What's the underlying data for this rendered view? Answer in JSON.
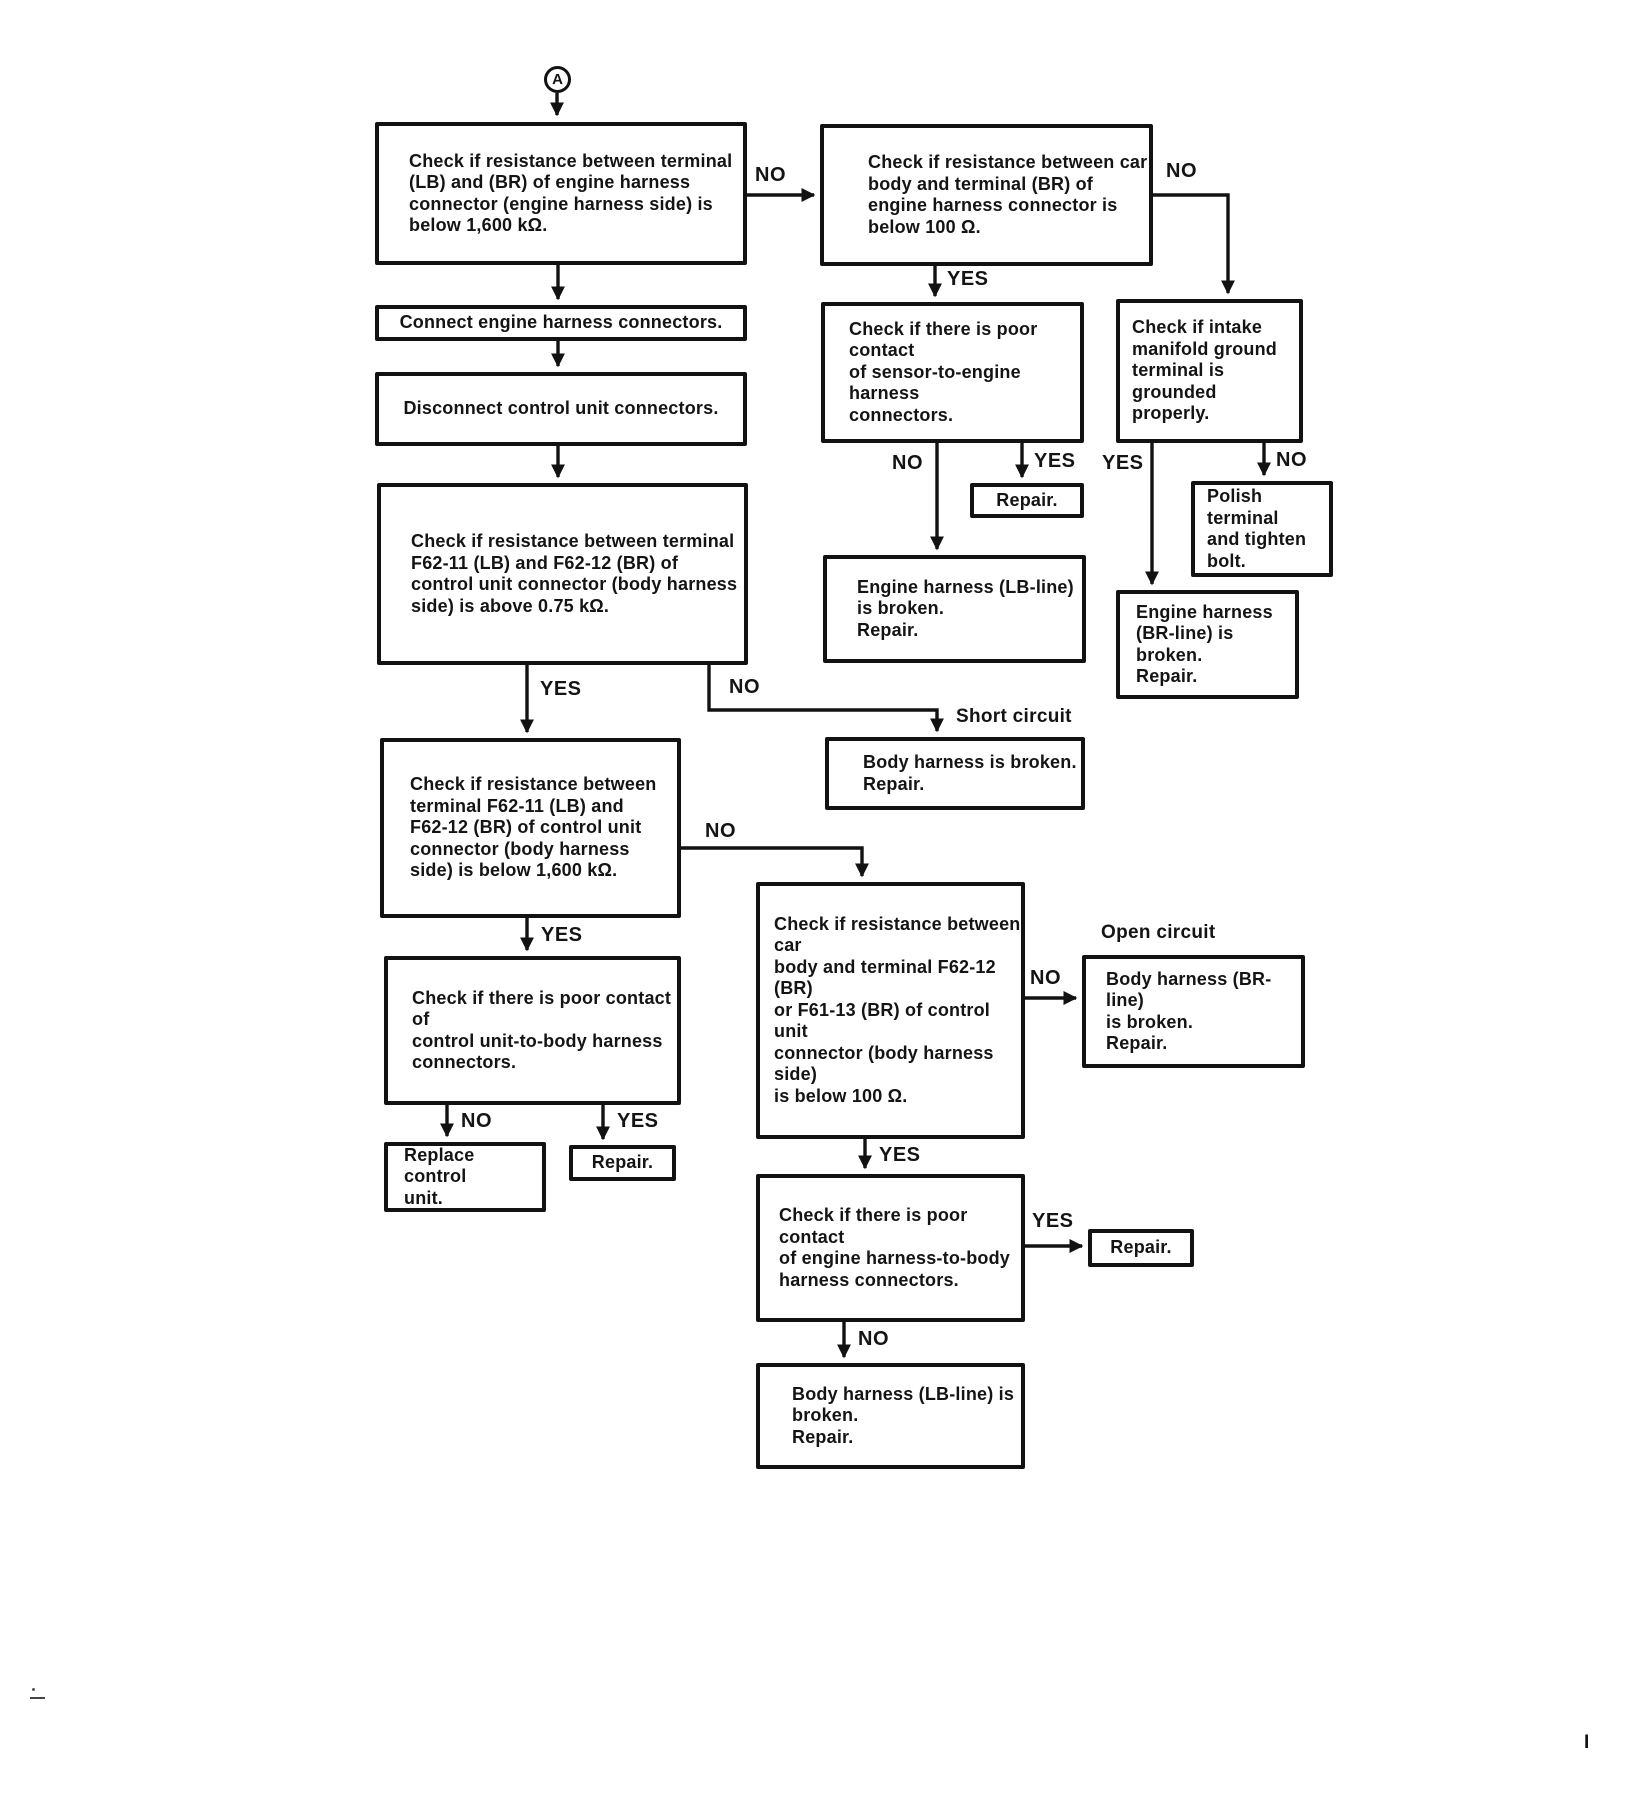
{
  "diagram": {
    "entry_connector": "A",
    "nodes": {
      "check_engine_harness_lb_br": "Check if resistance between terminal\n(LB) and (BR) of engine harness\nconnector (engine harness side) is\nbelow 1,600 kΩ.",
      "check_car_body_br": "Check if resistance between car\nbody and terminal (BR) of\nengine harness connector is\nbelow 100 Ω.",
      "connect_engine_harness": "Connect engine harness connectors.",
      "disconnect_control_unit": "Disconnect control unit connectors.",
      "check_f62_above_075": "Check if resistance between terminal\nF62-11 (LB) and F62-12 (BR) of\ncontrol unit connector (body harness\nside) is above 0.75 kΩ.",
      "check_sensor_contact": "Check if there is poor contact\nof sensor-to-engine harness\nconnectors.",
      "check_intake_ground": "Check if intake\nmanifold ground\nterminal is grounded\nproperly.",
      "repair_sensor": "Repair.",
      "engine_harness_lb_broken": "Engine harness (LB-line)\nis broken.\nRepair.",
      "polish_terminal": "Polish terminal\nand tighten\nbolt.",
      "engine_harness_br_broken": "Engine harness\n(BR-line) is broken.\nRepair.",
      "body_harness_broken": "Body harness is broken.\nRepair.",
      "check_f62_below_1600": "Check if resistance between\nterminal F62-11 (LB) and\nF62-12 (BR) of control unit\nconnector (body harness\nside) is below 1,600 kΩ.",
      "check_body_f62_12_below_100": "Check if resistance between car\nbody and terminal F62-12 (BR)\nor F61-13 (BR) of control unit\nconnector (body harness side)\nis below 100 Ω.",
      "check_control_unit_contact": "Check if there is poor contact of\ncontrol unit-to-body harness\nconnectors.",
      "replace_control_unit": "Replace control\nunit.",
      "repair_control_unit": "Repair.",
      "body_harness_br_broken": "Body harness (BR-line)\nis broken.\nRepair.",
      "check_engine_body_contact": "Check if there is poor contact\nof engine harness-to-body\nharness connectors.",
      "repair_engine_body": "Repair.",
      "body_harness_lb_broken": "Body harness (LB-line) is\nbroken.\nRepair."
    },
    "edges": [
      {
        "from": "entry_connector",
        "to": "check_engine_harness_lb_br",
        "label": ""
      },
      {
        "from": "check_engine_harness_lb_br",
        "to": "check_car_body_br",
        "label": "NO"
      },
      {
        "from": "check_engine_harness_lb_br",
        "to": "connect_engine_harness",
        "label": ""
      },
      {
        "from": "connect_engine_harness",
        "to": "disconnect_control_unit",
        "label": ""
      },
      {
        "from": "disconnect_control_unit",
        "to": "check_f62_above_075",
        "label": ""
      },
      {
        "from": "check_car_body_br",
        "to": "check_sensor_contact",
        "label": "YES"
      },
      {
        "from": "check_car_body_br",
        "to": "check_intake_ground",
        "label": "NO"
      },
      {
        "from": "check_sensor_contact",
        "to": "engine_harness_lb_broken",
        "label": "NO"
      },
      {
        "from": "check_sensor_contact",
        "to": "repair_sensor",
        "label": "YES"
      },
      {
        "from": "check_intake_ground",
        "to": "engine_harness_br_broken",
        "label": "YES"
      },
      {
        "from": "check_intake_ground",
        "to": "polish_terminal",
        "label": "NO"
      },
      {
        "from": "check_f62_above_075",
        "to": "check_f62_below_1600",
        "label": "YES"
      },
      {
        "from": "check_f62_above_075",
        "to": "body_harness_broken",
        "label": "NO"
      },
      {
        "from": "check_f62_below_1600",
        "to": "check_control_unit_contact",
        "label": "YES"
      },
      {
        "from": "check_f62_below_1600",
        "to": "check_body_f62_12_below_100",
        "label": "NO"
      },
      {
        "from": "check_control_unit_contact",
        "to": "replace_control_unit",
        "label": "NO"
      },
      {
        "from": "check_control_unit_contact",
        "to": "repair_control_unit",
        "label": "YES"
      },
      {
        "from": "check_body_f62_12_below_100",
        "to": "body_harness_br_broken",
        "label": "NO"
      },
      {
        "from": "check_body_f62_12_below_100",
        "to": "check_engine_body_contact",
        "label": "YES"
      },
      {
        "from": "check_engine_body_contact",
        "to": "repair_engine_body",
        "label": "YES"
      },
      {
        "from": "check_engine_body_contact",
        "to": "body_harness_lb_broken",
        "label": "NO"
      }
    ],
    "annotations": {
      "short_circuit": "Short circuit",
      "open_circuit": "Open circuit"
    },
    "page_marks": {
      "bottom_right_tick": "I"
    }
  }
}
